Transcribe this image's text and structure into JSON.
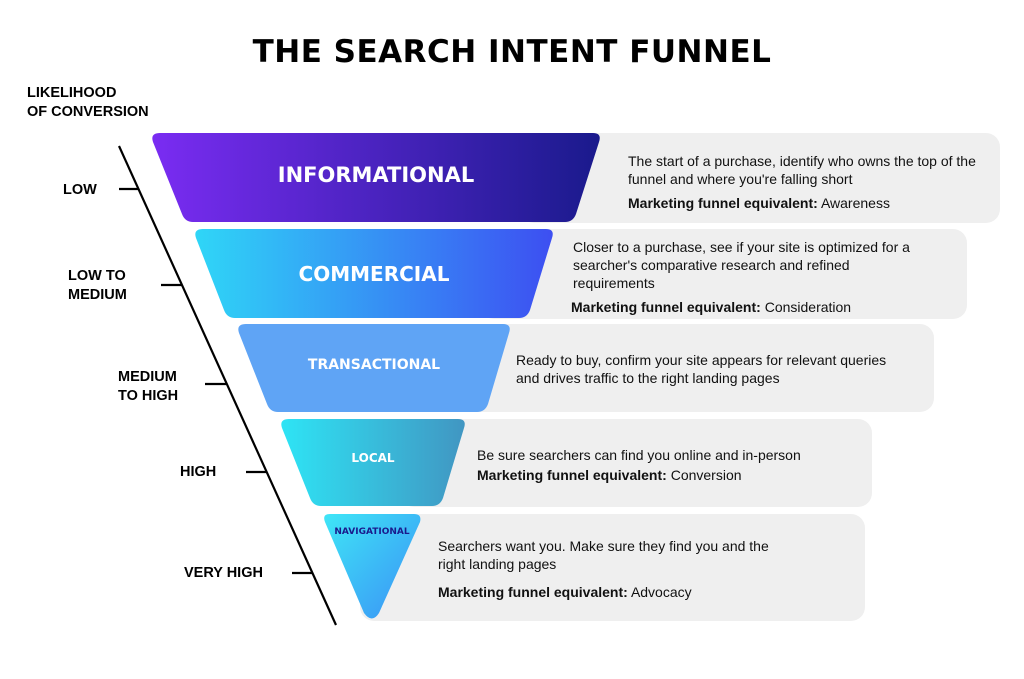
{
  "title": "THE SEARCH INTENT FUNNEL",
  "axis_title": [
    "LIKELIHOOD",
    "OF CONVERSION"
  ],
  "levels": [
    {
      "lines": [
        "LOW"
      ]
    },
    {
      "lines": [
        "LOW TO",
        "MEDIUM"
      ]
    },
    {
      "lines": [
        "MEDIUM",
        "TO HIGH"
      ]
    },
    {
      "lines": [
        "HIGH"
      ]
    },
    {
      "lines": [
        "VERY HIGH"
      ]
    }
  ],
  "stages": [
    {
      "label": "INFORMATIONAL",
      "description": "The start of a purchase, identify who owns the top of the funnel and where you're falling short",
      "equivalent_label": "Marketing funnel equivalent:",
      "equivalent_value": "Awareness",
      "gradient": [
        "#7a2cf2",
        "#1a1a8c"
      ]
    },
    {
      "label": "COMMERCIAL",
      "description": "Closer to a purchase, see if your site is optimized for a searcher's comparative research and refined requirements",
      "equivalent_label": "Marketing funnel equivalent:",
      "equivalent_value": "Consideration",
      "gradient": [
        "#2fd6f7",
        "#3d4ff2"
      ]
    },
    {
      "label": "TRANSACTIONAL",
      "description": "Ready to buy, confirm your site appears for relevant queries and drives traffic to the right landing pages",
      "equivalent_label": "",
      "equivalent_value": "",
      "gradient": [
        "#5fa4f5",
        "#5fa4f5"
      ]
    },
    {
      "label": "LOCAL",
      "description": "Be sure searchers can find you online and in-person",
      "equivalent_label": "Marketing funnel equivalent:",
      "equivalent_value": "Conversion",
      "gradient": [
        "#2ee4f5",
        "#4196c2"
      ]
    },
    {
      "label": "NAVIGATIONAL",
      "description": "Searchers want you. Make sure they find you and the right landing pages",
      "equivalent_label": "Marketing funnel equivalent:",
      "equivalent_value": "Advocacy",
      "gradient": [
        "#3fe6f7",
        "#3a8ff5"
      ]
    }
  ],
  "colors": {
    "box_bg": "#efefef",
    "navigational_label": "#1a1a8c"
  }
}
